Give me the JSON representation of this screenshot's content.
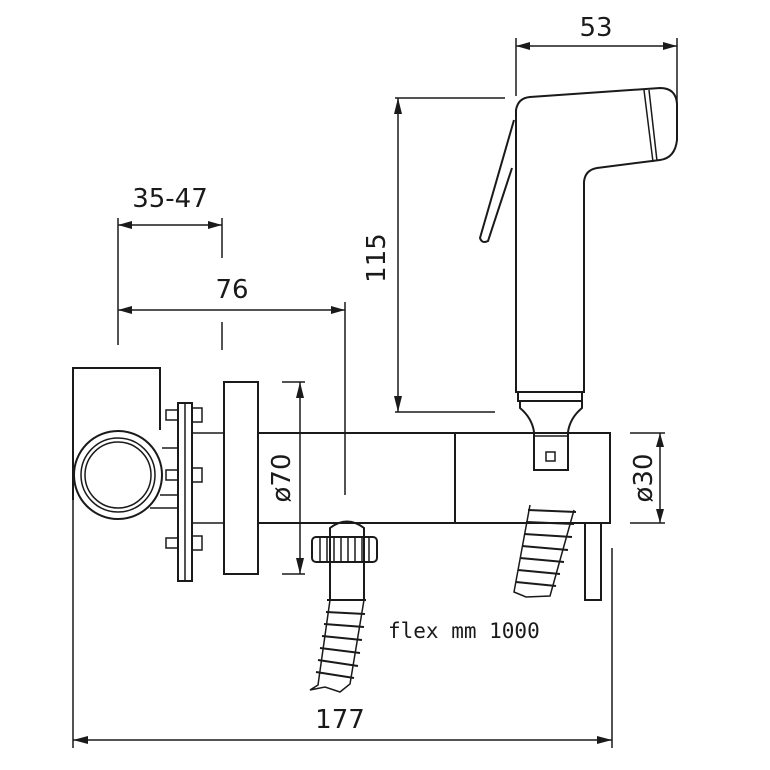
{
  "drawing": {
    "dimensions": {
      "spray_head_width": "53",
      "handset_height": "115",
      "wall_depth_range": "35-47",
      "body_length": "76",
      "flange_diameter": "ø70",
      "outlet_diameter": "ø30",
      "overall_length": "177"
    },
    "hose_note": "flex mm 1000",
    "line_color": "#1a1a1a",
    "background": "#ffffff"
  }
}
